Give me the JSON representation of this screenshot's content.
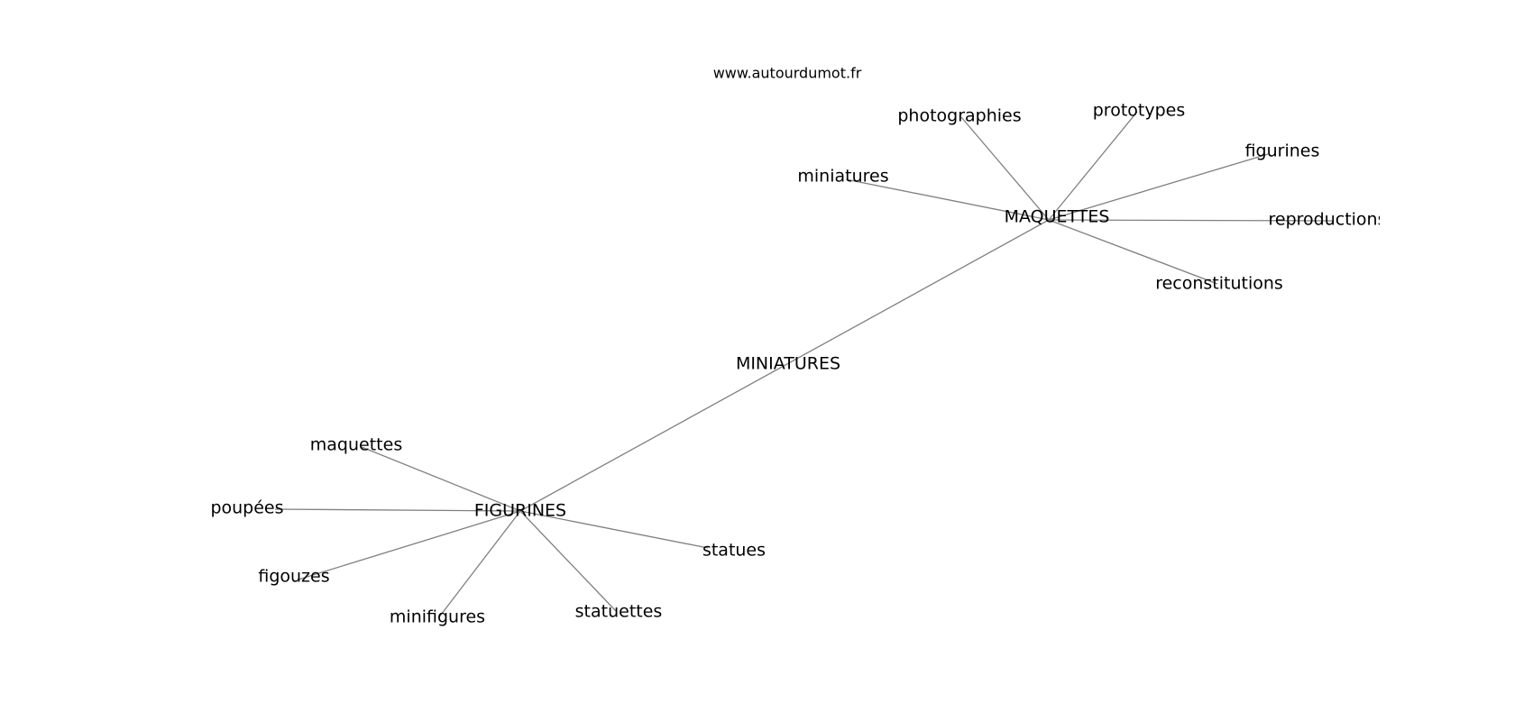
{
  "site": "www.autourdumot.fr",
  "graph": {
    "nodes": [
      {
        "id": "miniatures_center",
        "label": "MINIATURES"
      },
      {
        "id": "maquettes_hub",
        "label": "MAQUETTES"
      },
      {
        "id": "figurines_hub",
        "label": "FIGURINES"
      },
      {
        "id": "photographies",
        "label": "photographies"
      },
      {
        "id": "prototypes",
        "label": "prototypes"
      },
      {
        "id": "figurines",
        "label": "figurines"
      },
      {
        "id": "miniatures",
        "label": "miniatures"
      },
      {
        "id": "reproductions",
        "label": "reproductions"
      },
      {
        "id": "reconstitutions",
        "label": "reconstitutions"
      },
      {
        "id": "maquettes",
        "label": "maquettes"
      },
      {
        "id": "poupees",
        "label": "poupées"
      },
      {
        "id": "figouzes",
        "label": "figouzes"
      },
      {
        "id": "minifigures",
        "label": "minifigures"
      },
      {
        "id": "statuettes",
        "label": "statuettes"
      },
      {
        "id": "statues",
        "label": "statues"
      }
    ],
    "edges": [
      [
        "maquettes_hub",
        "figurines_hub"
      ],
      [
        "maquettes_hub",
        "photographies"
      ],
      [
        "maquettes_hub",
        "prototypes"
      ],
      [
        "maquettes_hub",
        "figurines"
      ],
      [
        "maquettes_hub",
        "miniatures"
      ],
      [
        "maquettes_hub",
        "reproductions"
      ],
      [
        "maquettes_hub",
        "reconstitutions"
      ],
      [
        "figurines_hub",
        "maquettes"
      ],
      [
        "figurines_hub",
        "poupees"
      ],
      [
        "figurines_hub",
        "figouzes"
      ],
      [
        "figurines_hub",
        "minifigures"
      ],
      [
        "figurines_hub",
        "statuettes"
      ],
      [
        "figurines_hub",
        "statues"
      ]
    ]
  }
}
